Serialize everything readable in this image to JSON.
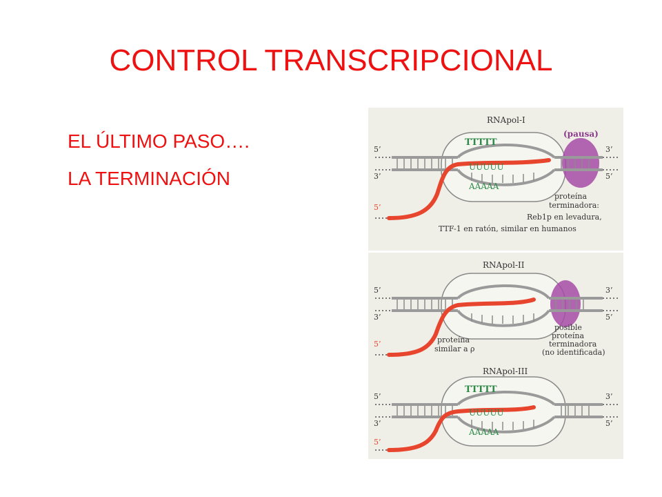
{
  "slide": {
    "title": "CONTROL TRANSCRIPCIONAL",
    "bullets": [
      "EL ÚLTIMO PASO….",
      "LA TERMINACIÓN"
    ]
  },
  "figure": {
    "panels": [
      {
        "enzyme": "RNApol-I",
        "pause_label": "(pausa)",
        "end_labels": {
          "top_left": "5’",
          "bottom_left": "3’",
          "top_right": "3’",
          "bottom_right": "5’",
          "rna_left": "5’"
        },
        "top_seq": "TTTTT",
        "mid_seq": "UUUUU",
        "bottom_seq": "AAAAA",
        "caption": [
          "proteína",
          "terminadora:",
          "Reb1p en levadura,",
          "TTF-1 en ratón, similar en humanos"
        ]
      },
      {
        "enzyme": "RNApol-II",
        "end_labels": {
          "top_left": "5’",
          "bottom_left": "3’",
          "top_right": "3’",
          "bottom_right": "5’",
          "rna_left": "5’"
        },
        "left_caption": [
          "proteína",
          "similar a ρ"
        ],
        "caption": [
          "posible",
          "proteína",
          "terminadora",
          "(no identificada)"
        ]
      },
      {
        "enzyme": "RNApol-III",
        "end_labels": {
          "top_left": "5’",
          "bottom_left": "3’",
          "top_right": "3’",
          "bottom_right": "5’",
          "rna_left": "5’"
        },
        "top_seq": "TTTTT",
        "mid_seq": "UUUUU",
        "bottom_seq": "AAAAA"
      }
    ],
    "colors": {
      "rna": "#e8452e",
      "dna": "#9a9a9a",
      "protein": "#a64ca6",
      "sequence": "#2f8a4a",
      "bubble": "#f6f6f1"
    }
  }
}
